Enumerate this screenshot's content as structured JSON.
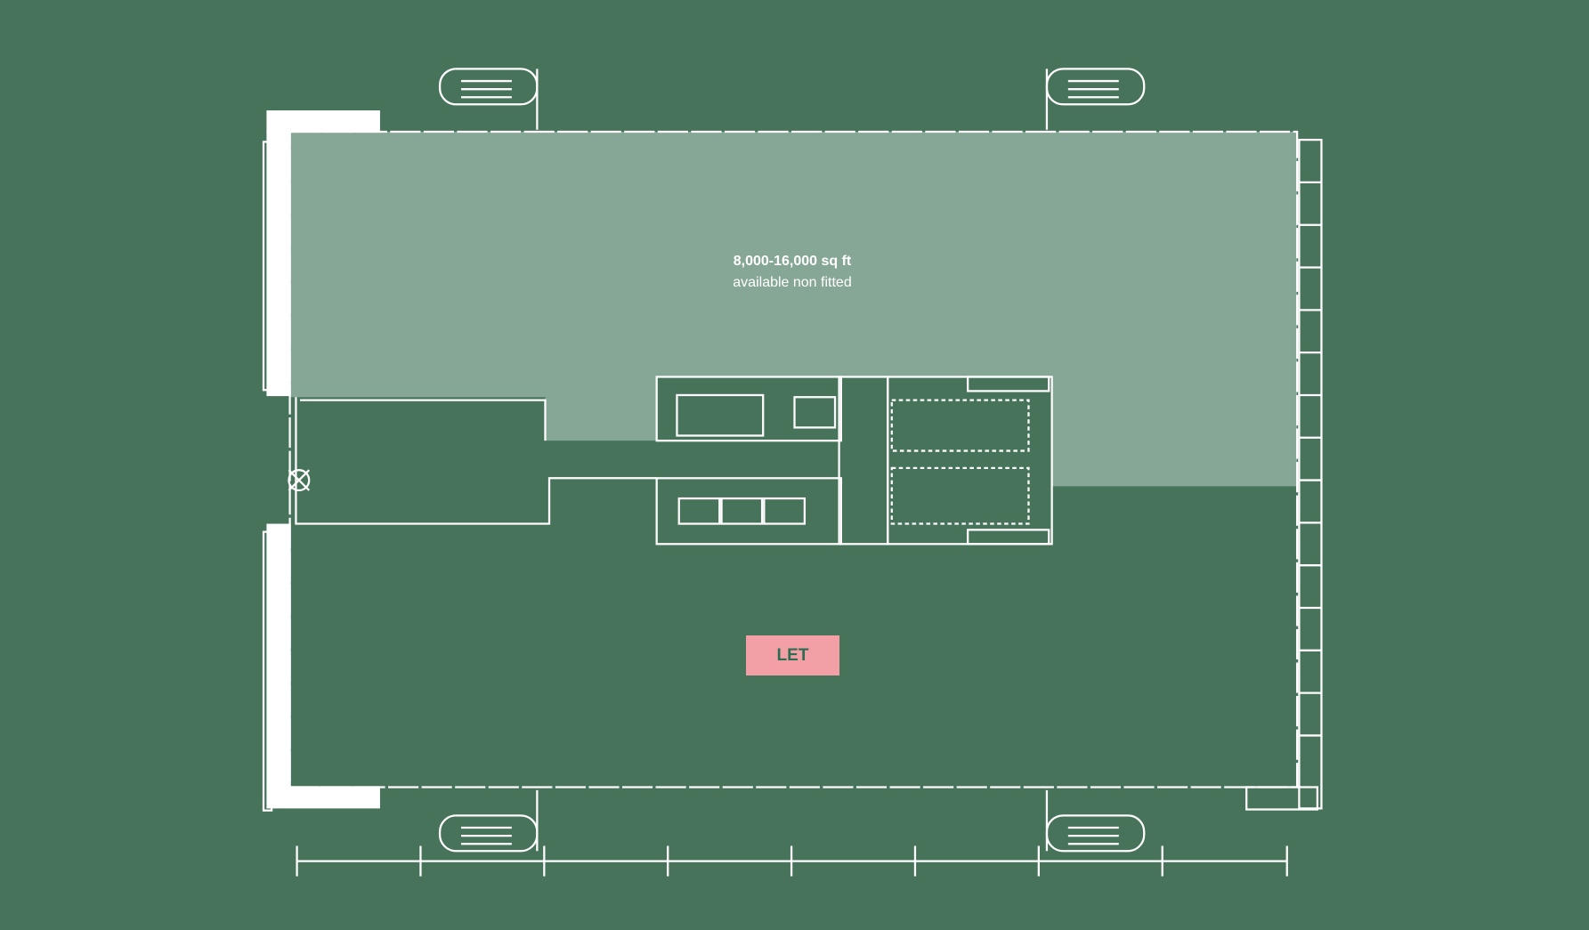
{
  "colors": {
    "background": "#46735a",
    "available": "#86a796",
    "let": "#f2a0a6",
    "lines": "#ffffff"
  },
  "available_unit": {
    "size": "8,000-16,000 sq ft",
    "status": "available non fitted"
  },
  "let_unit": {
    "label": "LET"
  }
}
